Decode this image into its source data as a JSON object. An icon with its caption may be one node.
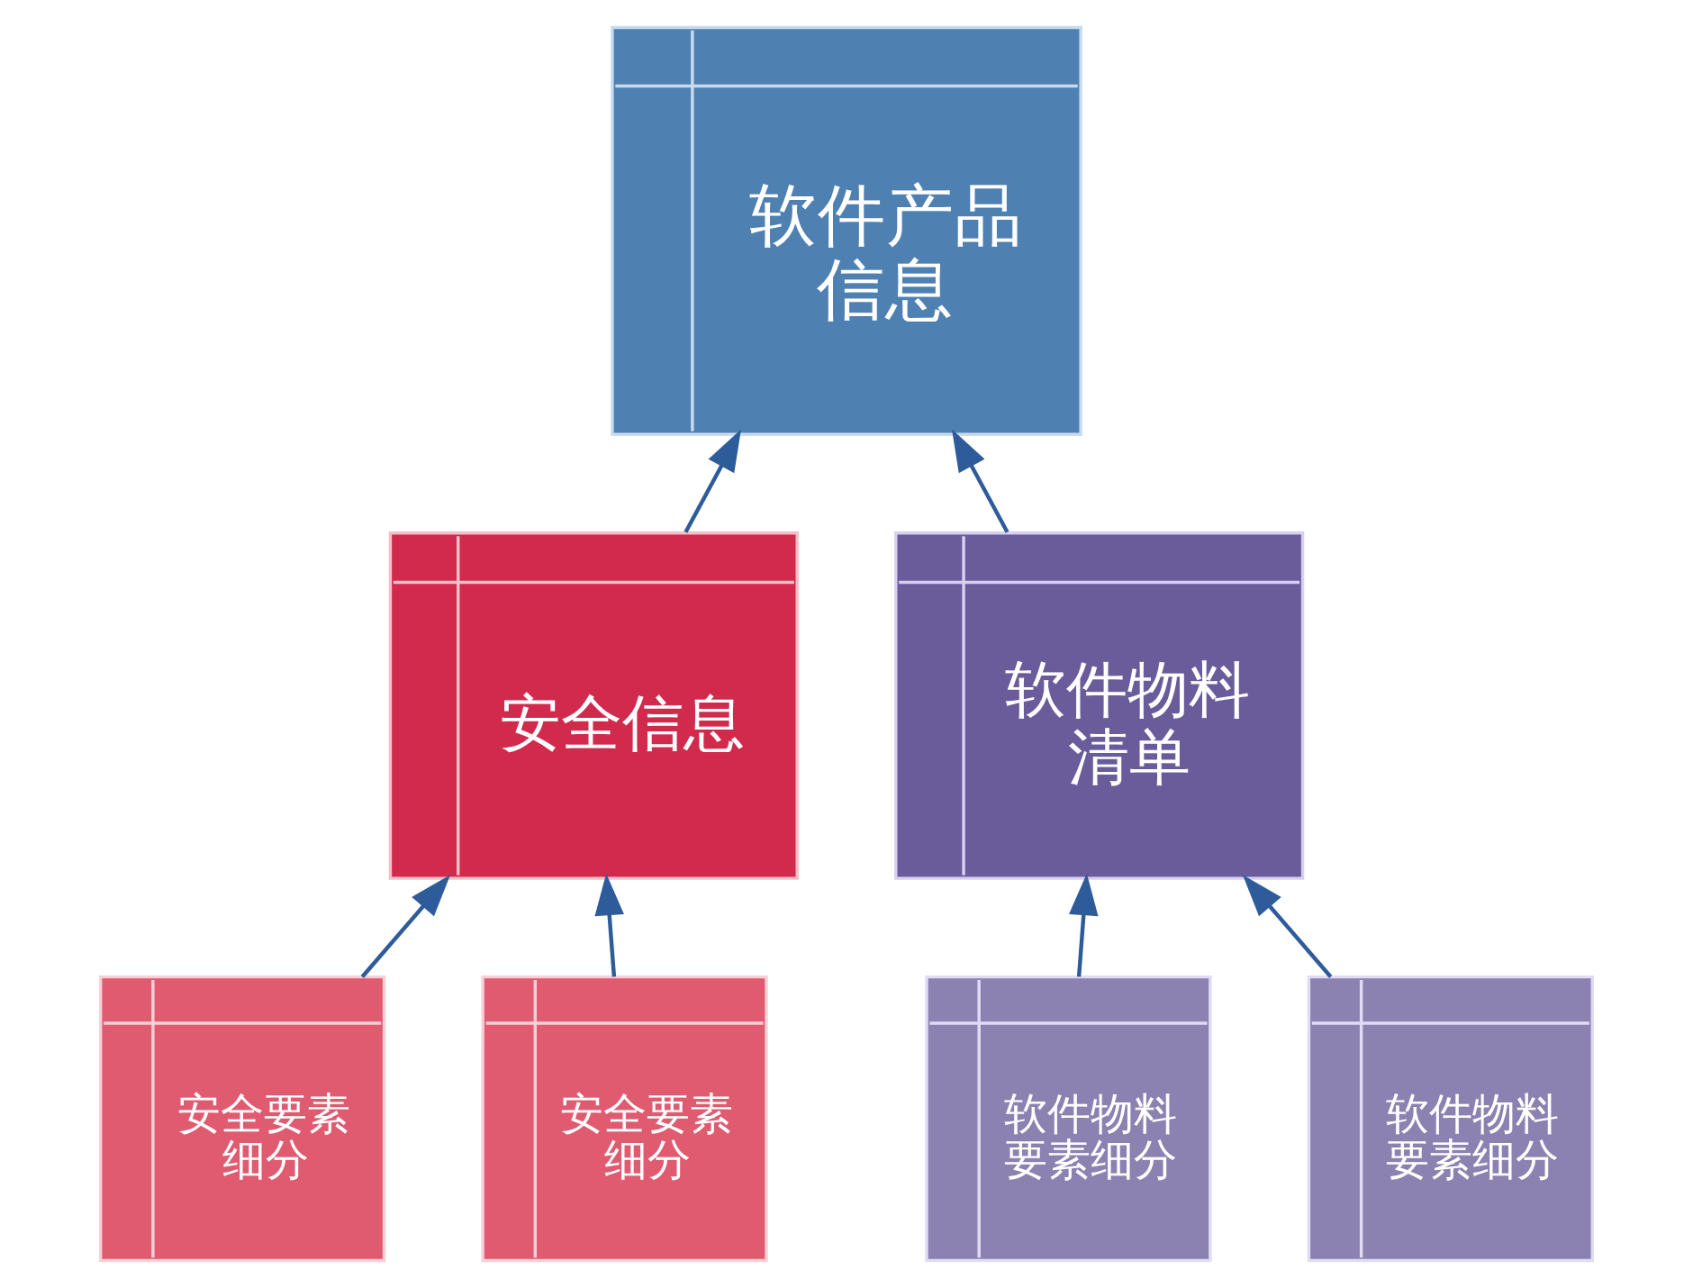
{
  "diagram": {
    "nodes": [
      {
        "text": [
          "软件产品信息"
        ]
      },
      {
        "text": [
          "安全信息"
        ]
      },
      {
        "text": [
          "软件物料清单"
        ]
      },
      {
        "text": [
          "安全要素细分"
        ]
      },
      {
        "text": [
          "安全要素细分"
        ]
      },
      {
        "text": [
          "软件物料要素细分"
        ]
      },
      {
        "text": [
          "软件物料要素细分"
        ]
      }
    ],
    "edges": [
      {
        "from": 1,
        "to": 0,
        "arrow": "to"
      },
      {
        "from": 2,
        "to": 0,
        "arrow": "to"
      },
      {
        "from": 3,
        "to": 1,
        "arrow": "to"
      },
      {
        "from": 4,
        "to": 1,
        "arrow": "to"
      },
      {
        "from": 5,
        "to": 2,
        "arrow": "to"
      },
      {
        "from": 6,
        "to": 2,
        "arrow": "to"
      }
    ]
  }
}
